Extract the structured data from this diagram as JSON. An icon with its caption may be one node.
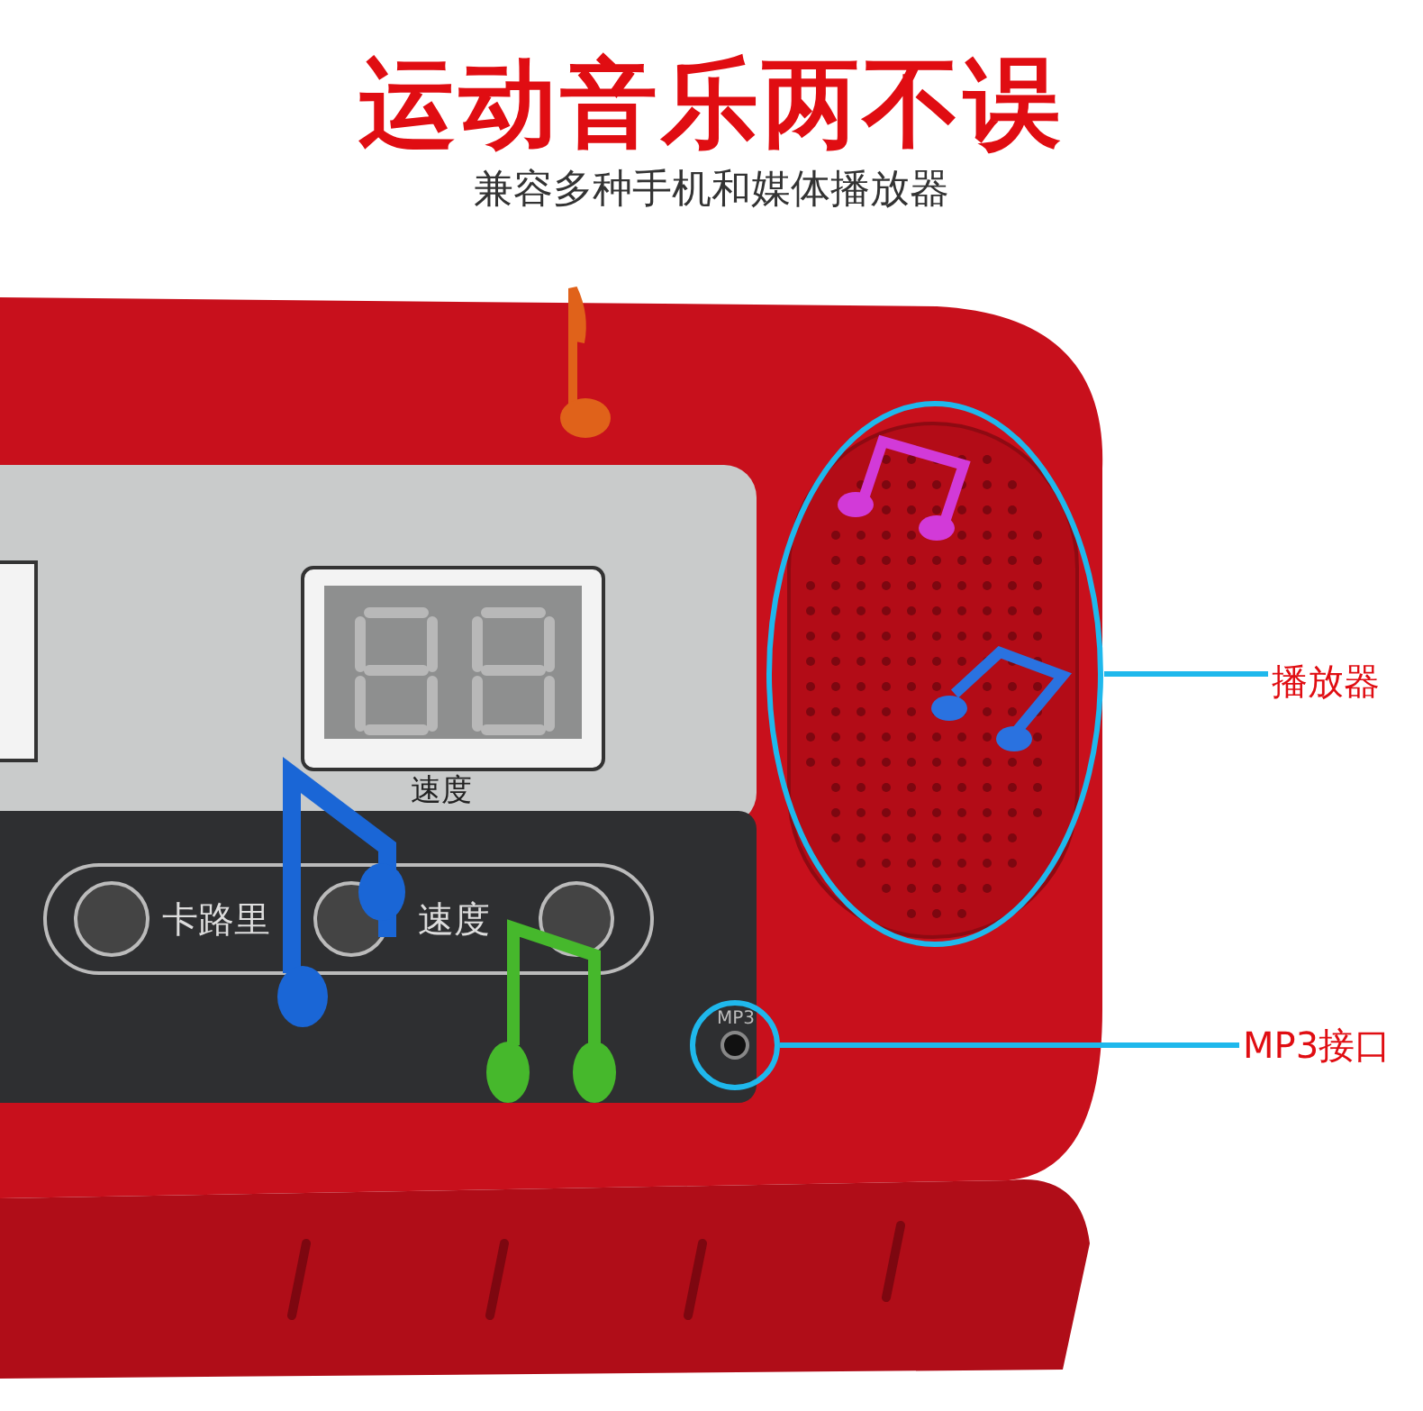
{
  "diagram": {
    "title": "运动音乐两不误",
    "nodes": [
      {
        "text": [
          "播放器"
        ]
      },
      {
        "text": [],
        "shape": "ellipse"
      },
      {
        "text": [
          "MP3接口"
        ]
      },
      {
        "text": [
          "MP3"
        ]
      }
    ],
    "edges": [
      {
        "from": 0,
        "to": 1,
        "arrow": "none"
      },
      {
        "from": 2,
        "to": 3,
        "arrow": "none"
      }
    ],
    "labels": [
      "兼容多种手机和媒体播放器",
      "速度",
      "卡路里",
      "速度"
    ]
  }
}
